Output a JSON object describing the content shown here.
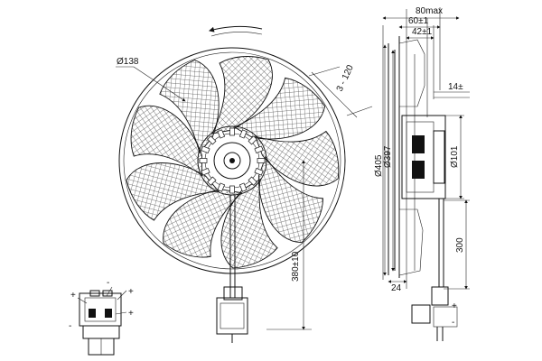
{
  "front_view": {
    "rotation_arrow": "rotation-arrow-icon",
    "label_fan_diameter": "Ø138",
    "label_mount": "3 - 120",
    "label_cable": "380±10"
  },
  "side_view": {
    "label_overall_depth": "80max",
    "label_depth_60": "60±1",
    "label_depth_42": "42±1",
    "label_14": "14±",
    "label_dia_405": "Ø405",
    "label_dia_397": "Ø397",
    "label_dia_101": "Ø101",
    "label_300": "300",
    "label_24": "24"
  },
  "connector_detail": {
    "plus_symbol": "+",
    "minus_symbol": "-"
  },
  "colors": {
    "line": "#111111",
    "hatch": "#444444",
    "background": "#ffffff"
  }
}
